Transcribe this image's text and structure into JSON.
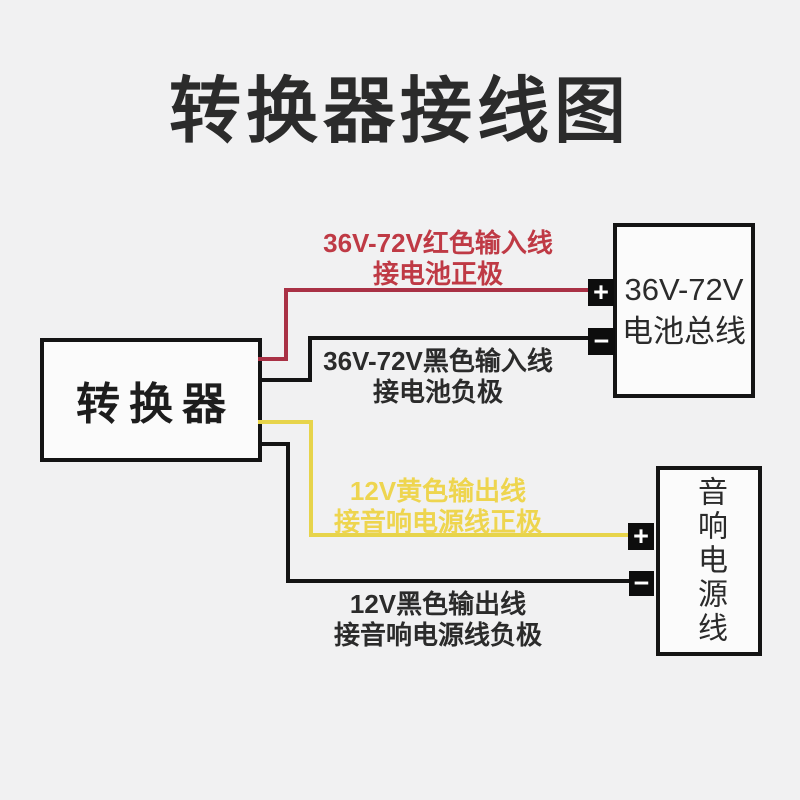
{
  "title": "转换器接线图",
  "colors": {
    "background": "#f1f1f2",
    "box_fill": "#fbfbfb",
    "box_border": "#141414",
    "text_dark": "#2b2b2b",
    "wire_red": "#a93145",
    "wire_yellow": "#e7d44b",
    "wire_black": "#141414",
    "label_red": "#bf3a45",
    "label_yellow": "#eed54f",
    "terminal_bg": "#0d0d0d",
    "terminal_fg": "#ffffff"
  },
  "converter_box": {
    "label": "转换器"
  },
  "battery_box": {
    "line1": "36V-72V",
    "line2": "电池总线",
    "plus_symbol": "+",
    "minus_symbol": "−"
  },
  "audio_box": {
    "label": "音响电源线",
    "plus_symbol": "+",
    "minus_symbol": "−"
  },
  "wire_labels": {
    "red_input": {
      "line1": "36V-72V红色输入线",
      "line2": "接电池正极"
    },
    "black_input": {
      "line1": "36V-72V黑色输入线",
      "line2": "接电池负极"
    },
    "yellow_output": {
      "line1": "12V黄色输出线",
      "line2": "接音响电源线正极"
    },
    "black_output": {
      "line1": "12V黑色输出线",
      "line2": "接音响电源线负极"
    }
  }
}
